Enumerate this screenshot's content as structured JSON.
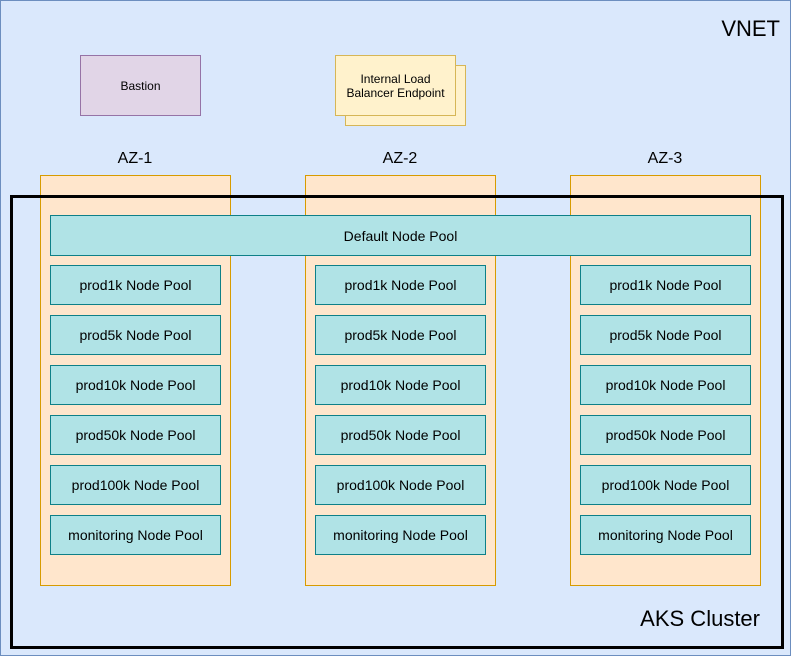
{
  "vnet_label": "VNET",
  "bastion_label": "Bastion",
  "ilb_label": "Internal Load Balancer Endpoint",
  "az_labels": [
    "AZ-1",
    "AZ-2",
    "AZ-3"
  ],
  "default_pool_label": "Default Node Pool",
  "pools": [
    "prod1k Node Pool",
    "prod5k Node Pool",
    "prod10k Node Pool",
    "prod50k Node Pool",
    "prod100k Node Pool",
    "monitoring Node Pool"
  ],
  "aks_label": "AKS Cluster",
  "colors": {
    "vnet_fill": "#dae8fc",
    "bastion_fill": "#e1d5e7",
    "ilb_fill": "#fff2cc",
    "az_fill": "#ffe6cc",
    "pool_fill": "#b0e3e6"
  }
}
